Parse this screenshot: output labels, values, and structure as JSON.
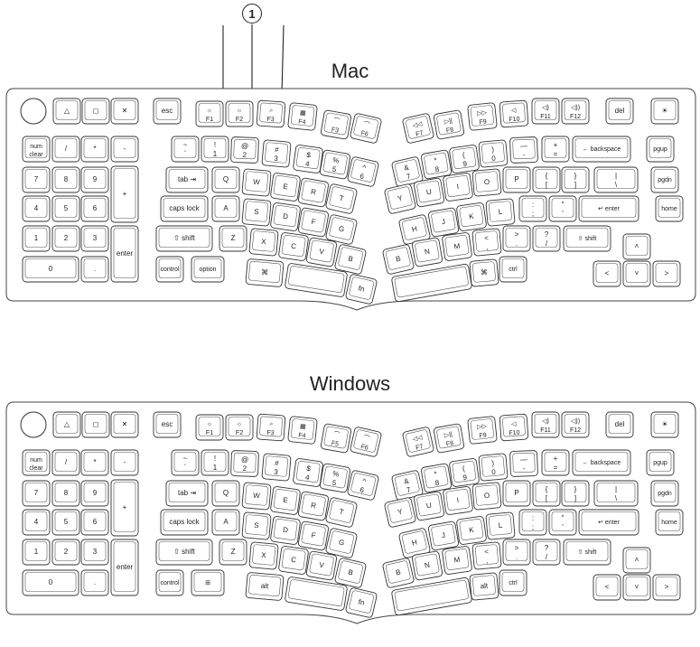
{
  "callout": {
    "label": "1"
  },
  "layouts": [
    {
      "id": "mac",
      "title": "Mac",
      "top_row": {
        "left": [
          "△",
          "◻",
          "✕"
        ],
        "esc": "esc",
        "f_keys": [
          {
            "icon": "☼",
            "label": "F1"
          },
          {
            "icon": "☼",
            "label": "F2"
          },
          {
            "icon": "⌕",
            "label": "F3"
          },
          {
            "icon": "▦",
            "label": "F4"
          },
          {
            "icon": "⌒",
            "label": "F3"
          },
          {
            "icon": "⌒",
            "label": "F6"
          },
          {
            "icon": "◁◁",
            "label": "F7"
          },
          {
            "icon": "▷||",
            "label": "F8"
          },
          {
            "icon": "▷▷",
            "label": "F9"
          },
          {
            "icon": "◁",
            "label": "F10"
          },
          {
            "icon": "◁)",
            "label": "F11"
          },
          {
            "icon": "◁))",
            "label": "F12"
          }
        ],
        "del": "del",
        "light": "☀"
      },
      "numpad": {
        "rows": [
          [
            "num clear",
            "/",
            "*",
            "-"
          ],
          [
            "7",
            "8",
            "9",
            "+"
          ],
          [
            "4",
            "5",
            "6"
          ],
          [
            "1",
            "2",
            "3",
            "enter"
          ],
          [
            "0",
            "."
          ]
        ]
      },
      "left_half": {
        "row1": [
          {
            "t": "~",
            "b": "`"
          },
          {
            "t": "!",
            "b": "1"
          },
          {
            "t": "@",
            "b": "2"
          },
          {
            "t": "#",
            "b": "3"
          },
          {
            "t": "$",
            "b": "4"
          },
          {
            "t": "%",
            "b": "5"
          },
          {
            "t": "^",
            "b": "6"
          }
        ],
        "row2": [
          "tab ⇥",
          "Q",
          "W",
          "E",
          "R",
          "T"
        ],
        "row3": [
          "caps lock",
          "A",
          "S",
          "D",
          "F",
          "G"
        ],
        "row4": [
          "⇧ shift",
          "Z",
          "X",
          "C",
          "V",
          "B"
        ],
        "row5": [
          "control",
          "option",
          "⌘",
          "",
          "fn"
        ]
      },
      "right_half": {
        "row1": [
          {
            "t": "&",
            "b": "7"
          },
          {
            "t": "*",
            "b": "8"
          },
          {
            "t": "(",
            "b": "9"
          },
          {
            "t": ")",
            "b": "0"
          },
          {
            "t": "—",
            "b": "-"
          },
          {
            "t": "+",
            "b": "="
          },
          "← backspace"
        ],
        "row2": [
          "Y",
          "U",
          "I",
          "O",
          "P",
          {
            "t": "{",
            "b": "["
          },
          {
            "t": "}",
            "b": "]"
          },
          {
            "t": "|",
            "b": "\\"
          }
        ],
        "row3": [
          "H",
          "J",
          "K",
          "L",
          {
            "t": ":",
            "b": ";"
          },
          {
            "t": "\"",
            "b": "'"
          },
          "↵ enter"
        ],
        "row4": [
          "B",
          "N",
          "M",
          {
            "t": "<",
            "b": ","
          },
          {
            "t": ">",
            "b": "."
          },
          {
            "t": "?",
            "b": "/"
          },
          "⇧ shift"
        ],
        "row5": [
          "",
          "⌘",
          "ctrl"
        ]
      },
      "nav": [
        "pgup",
        "pgdn",
        "home"
      ],
      "arrows": [
        "˄",
        "˂",
        "˅",
        "˃"
      ]
    },
    {
      "id": "windows",
      "title": "Windows",
      "top_row": {
        "left": [
          "△",
          "◻",
          "✕"
        ],
        "esc": "esc",
        "f_keys": [
          {
            "icon": "☼",
            "label": "F1"
          },
          {
            "icon": "☼",
            "label": "F2"
          },
          {
            "icon": "⌕",
            "label": "F3"
          },
          {
            "icon": "▦",
            "label": "F4"
          },
          {
            "icon": "⌒",
            "label": "F5"
          },
          {
            "icon": "⌒",
            "label": "F6"
          },
          {
            "icon": "◁◁",
            "label": "F7"
          },
          {
            "icon": "▷||",
            "label": "F8"
          },
          {
            "icon": "▷▷",
            "label": "F9"
          },
          {
            "icon": "◁",
            "label": "F10"
          },
          {
            "icon": "◁)",
            "label": "F11"
          },
          {
            "icon": "◁))",
            "label": "F12"
          }
        ],
        "del": "del",
        "light": "☀"
      },
      "numpad": {
        "rows": [
          [
            "num clear",
            "/",
            "*",
            "-"
          ],
          [
            "7",
            "8",
            "9",
            "+"
          ],
          [
            "4",
            "5",
            "6"
          ],
          [
            "1",
            "2",
            "3",
            "enter"
          ],
          [
            "0",
            "."
          ]
        ]
      },
      "left_half": {
        "row1": [
          {
            "t": "~",
            "b": "`"
          },
          {
            "t": "!",
            "b": "1"
          },
          {
            "t": "@",
            "b": "2"
          },
          {
            "t": "#",
            "b": "3"
          },
          {
            "t": "$",
            "b": "4"
          },
          {
            "t": "%",
            "b": "5"
          },
          {
            "t": "^",
            "b": "6"
          }
        ],
        "row2": [
          "tab ⇥",
          "Q",
          "W",
          "E",
          "R",
          "T"
        ],
        "row3": [
          "caps lock",
          "A",
          "S",
          "D",
          "F",
          "G"
        ],
        "row4": [
          "⇧ shift",
          "Z",
          "X",
          "C",
          "V",
          "B"
        ],
        "row5": [
          "control",
          "⊞",
          "alt",
          "",
          "fn"
        ]
      },
      "right_half": {
        "row1": [
          {
            "t": "&",
            "b": "7"
          },
          {
            "t": "*",
            "b": "8"
          },
          {
            "t": "(",
            "b": "9"
          },
          {
            "t": ")",
            "b": "0"
          },
          {
            "t": "—",
            "b": "-"
          },
          {
            "t": "+",
            "b": "="
          },
          "← backspace"
        ],
        "row2": [
          "Y",
          "U",
          "I",
          "O",
          "P",
          {
            "t": "{",
            "b": "["
          },
          {
            "t": "}",
            "b": "]"
          },
          {
            "t": "|",
            "b": "\\"
          }
        ],
        "row3": [
          "H",
          "J",
          "K",
          "L",
          {
            "t": ":",
            "b": ";"
          },
          {
            "t": "\"",
            "b": "'"
          },
          "↵ enter"
        ],
        "row4": [
          "B",
          "N",
          "M",
          {
            "t": "<",
            "b": ","
          },
          {
            "t": ">",
            "b": "."
          },
          {
            "t": "?",
            "b": "/"
          },
          "⇧ shift"
        ],
        "row5": [
          "",
          "alt",
          "ctrl"
        ]
      },
      "nav": [
        "pgup",
        "pgdn",
        "home"
      ],
      "arrows": [
        "˄",
        "˂",
        "˅",
        "˃"
      ]
    }
  ]
}
